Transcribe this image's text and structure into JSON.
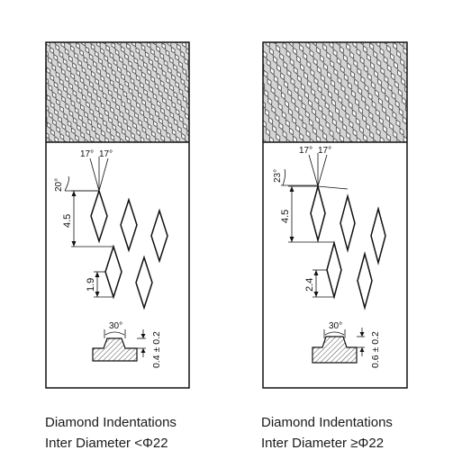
{
  "panels": [
    {
      "angle_left": "17°",
      "angle_right": "17°",
      "flank_angle": "20°",
      "pitch_vertical": "4.5",
      "pitch_small": "1.9",
      "tooth_angle": "30°",
      "depth": "0.4 ± 0.2",
      "caption_line1": "Diamond Indentations",
      "caption_line2": "Inter Diameter <Φ22"
    },
    {
      "angle_left": "17°",
      "angle_right": "17°",
      "flank_angle": "23°",
      "pitch_vertical": "4.5",
      "pitch_small": "2.4",
      "tooth_angle": "30°",
      "depth": "0.6 ± 0.2",
      "caption_line1": "Diamond Indentations",
      "caption_line2": "Inter Diameter ≥Φ22"
    }
  ]
}
